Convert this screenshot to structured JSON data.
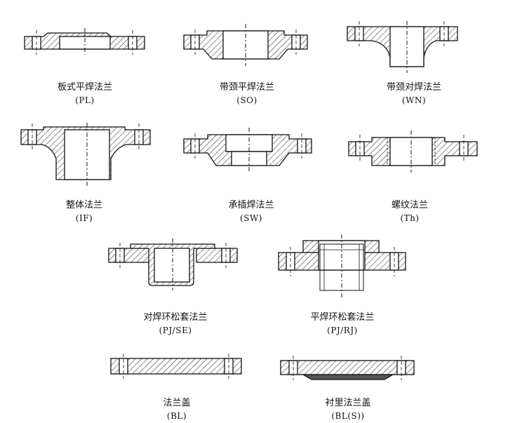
{
  "figures": [
    {
      "id": "PL",
      "name": "板式平焊法兰",
      "code": "(PL)"
    },
    {
      "id": "SO",
      "name": "带颈平焊法兰",
      "code": "(SO)"
    },
    {
      "id": "WN",
      "name": "带颈对焊法兰",
      "code": "(WN)"
    },
    {
      "id": "IF",
      "name": "整体法兰",
      "code": "(IF)"
    },
    {
      "id": "SW",
      "name": "承插焊法兰",
      "code": "(SW)"
    },
    {
      "id": "Th",
      "name": "螺纹法兰",
      "code": "(Th)"
    },
    {
      "id": "PJSE",
      "name": "对焊环松套法兰",
      "code": "(PJ/SE)"
    },
    {
      "id": "PJRJ",
      "name": "平焊环松套法兰",
      "code": "(PJ/RJ)"
    },
    {
      "id": "BL",
      "name": "法兰盖",
      "code": "(BL)"
    },
    {
      "id": "BLS",
      "name": "衬里法兰盖",
      "code": "(BL(S))"
    }
  ]
}
